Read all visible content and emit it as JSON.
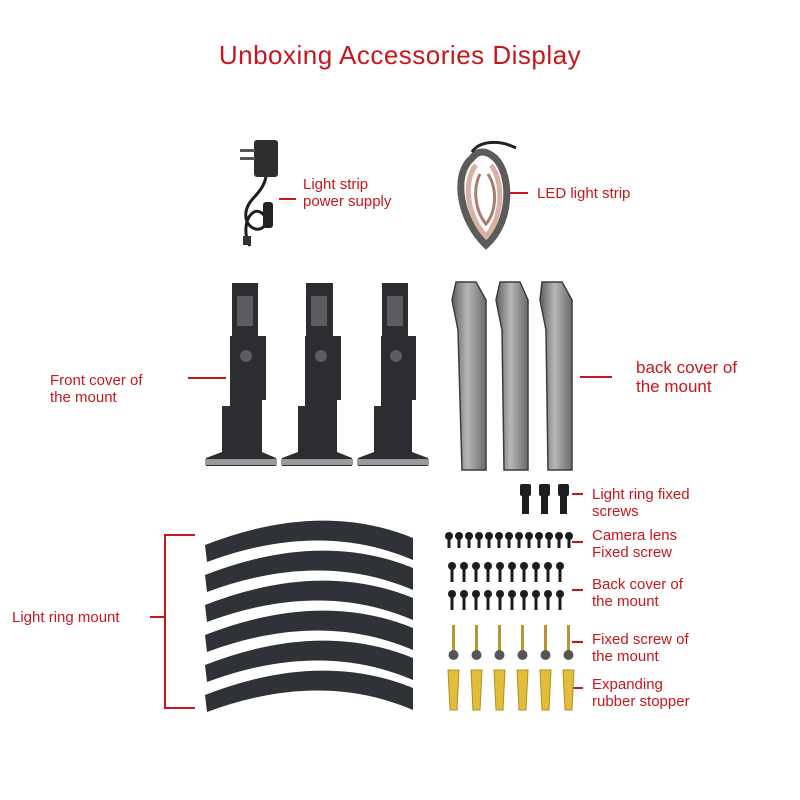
{
  "title": "Unboxing Accessories Display",
  "labels": {
    "power_supply": "Light strip\npower supply",
    "led_strip": "LED light strip",
    "front_cover": "Front cover of\nthe mount",
    "back_cover": "back cover of\nthe mount",
    "ring_screws": "Light ring fixed\nscrews",
    "lens_screw": "Camera lens\nFixed screw",
    "back_screw": "Back cover of\n the mount",
    "fixed_screw": "Fixed screw of\nthe mount",
    "stopper": "Expanding\nrubber stopper",
    "ring_mount": "Light ring mount"
  },
  "colors": {
    "accent": "#c8161d",
    "part_dark": "#2b2d30",
    "part_metal": "#8f8f8f",
    "brass": "#b8952e",
    "stopper": "#e2bd3a"
  }
}
